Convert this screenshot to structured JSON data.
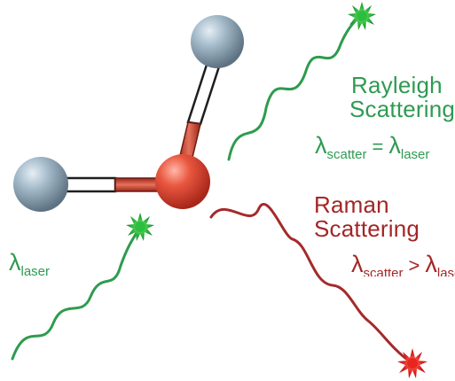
{
  "rayleigh": {
    "title_line1": "Rayleigh",
    "title_line2": "Scattering",
    "eq": {
      "lhs_symbol": "λ",
      "lhs_sub": "scatter",
      "operator": "=",
      "rhs_symbol": "λ",
      "rhs_sub": "laser"
    }
  },
  "raman": {
    "title_line1": "Raman",
    "title_line2": "Scattering",
    "eq": {
      "lhs_symbol": "λ",
      "lhs_sub": "scatter",
      "operator": ">",
      "rhs_symbol": "λ",
      "rhs_sub": "laser"
    }
  },
  "incident": {
    "symbol": "λ",
    "sub": "laser"
  },
  "colors": {
    "green_wave": "#2e9b4e",
    "red_wave": "#a52a2a",
    "atom_gray": "#8fa6b8",
    "atom_red": "#e24a36",
    "bond_red": "#c9452f",
    "bond_outline": "#222222"
  }
}
